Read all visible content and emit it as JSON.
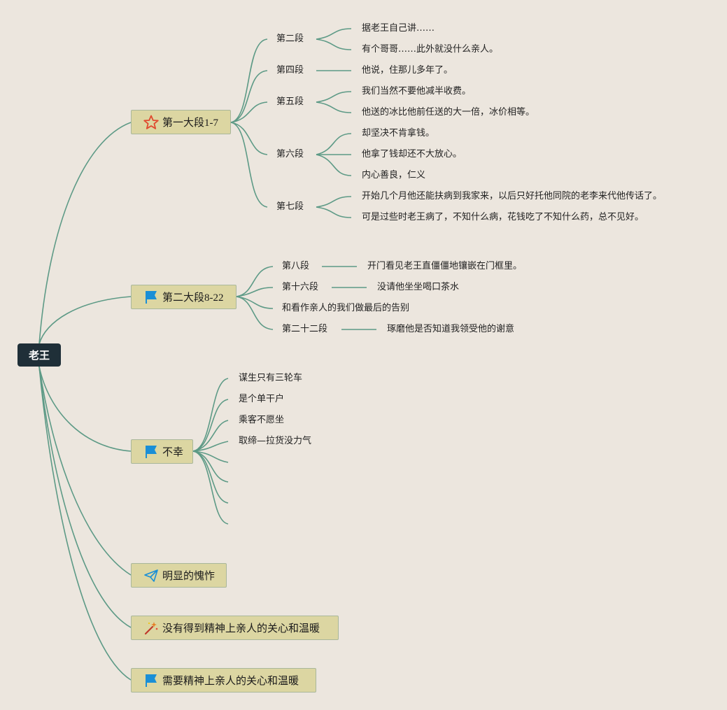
{
  "root": {
    "label": "老王"
  },
  "branches": {
    "b1": {
      "label": "第一大段1-7",
      "icon": "star-icon",
      "sections": {
        "s2": {
          "label": "第二段",
          "items": [
            "据老王自己讲……",
            "有个哥哥……此外就没什么亲人。"
          ]
        },
        "s4": {
          "label": "第四段",
          "items": [
            "他说，住那儿多年了。"
          ]
        },
        "s5": {
          "label": "第五段",
          "items": [
            "我们当然不要他减半收费。",
            "他送的冰比他前任送的大一倍，冰价相等。"
          ]
        },
        "s6": {
          "label": "第六段",
          "items": [
            "却坚决不肯拿钱。",
            "他拿了钱却还不大放心。",
            "内心善良，仁义"
          ]
        },
        "s7": {
          "label": "第七段",
          "items": [
            "开始几个月他还能扶病到我家来，以后只好托他同院的老李来代他传话了。",
            "可是过些时老王病了，不知什么病，花钱吃了不知什么药，总不见好。"
          ]
        }
      }
    },
    "b2": {
      "label": "第二大段8-22",
      "icon": "flag-icon",
      "sections": {
        "s8": {
          "label": "第八段",
          "item": "开门看见老王直僵僵地镶嵌在门框里。"
        },
        "s16": {
          "label": "第十六段",
          "item": "没请他坐坐喝口茶水"
        },
        "s_farewell": {
          "label": "和看作亲人的我们做最后的告别"
        },
        "s22": {
          "label": "第二十二段",
          "item": "琢磨他是否知道我领受他的谢意"
        }
      }
    },
    "b3": {
      "label": "不幸",
      "icon": "flag-icon",
      "items": [
        "谋生只有三轮车",
        "是个单干户",
        "乘客不愿坐",
        "取缔—拉货没力气"
      ]
    },
    "b4": {
      "label": "明显的愧怍",
      "icon": "paper-plane-icon"
    },
    "b5": {
      "label": "没有得到精神上亲人的关心和温暖",
      "icon": "magic-wand-icon"
    },
    "b6": {
      "label": "需要精神上亲人的关心和温暖",
      "icon": "flag-icon"
    }
  },
  "colors": {
    "line": "#5d9a86",
    "node": "#dcd6a2",
    "root": "#1f2f38",
    "flag": "#1a8fd6",
    "star": "#e0492f"
  }
}
